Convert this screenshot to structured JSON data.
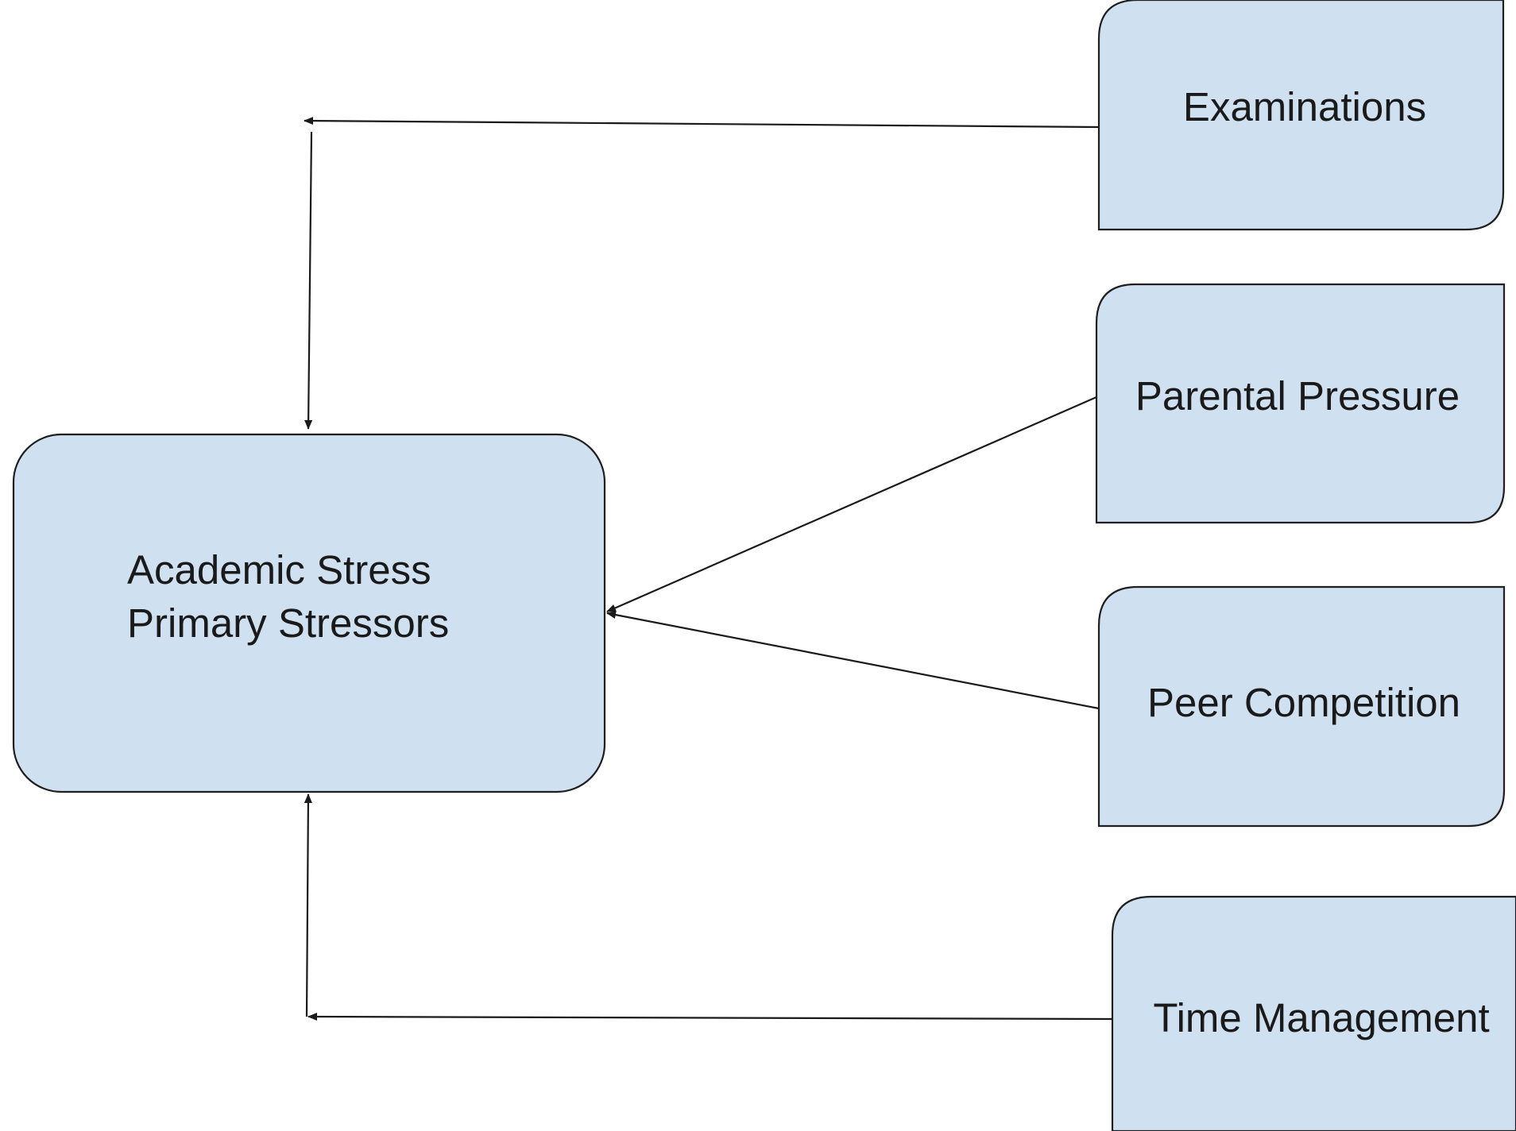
{
  "diagram": {
    "center_node": {
      "line1": "Academic Stress",
      "line2": "Primary Stressors"
    },
    "stressors": [
      {
        "label": "Examinations"
      },
      {
        "label": "Parental Pressure"
      },
      {
        "label": "Peer Competition"
      },
      {
        "label": "Time Management"
      }
    ],
    "colors": {
      "node_fill": "#cfe0f1",
      "stroke": "#1f1f1f",
      "text": "#1a1a1a"
    }
  }
}
